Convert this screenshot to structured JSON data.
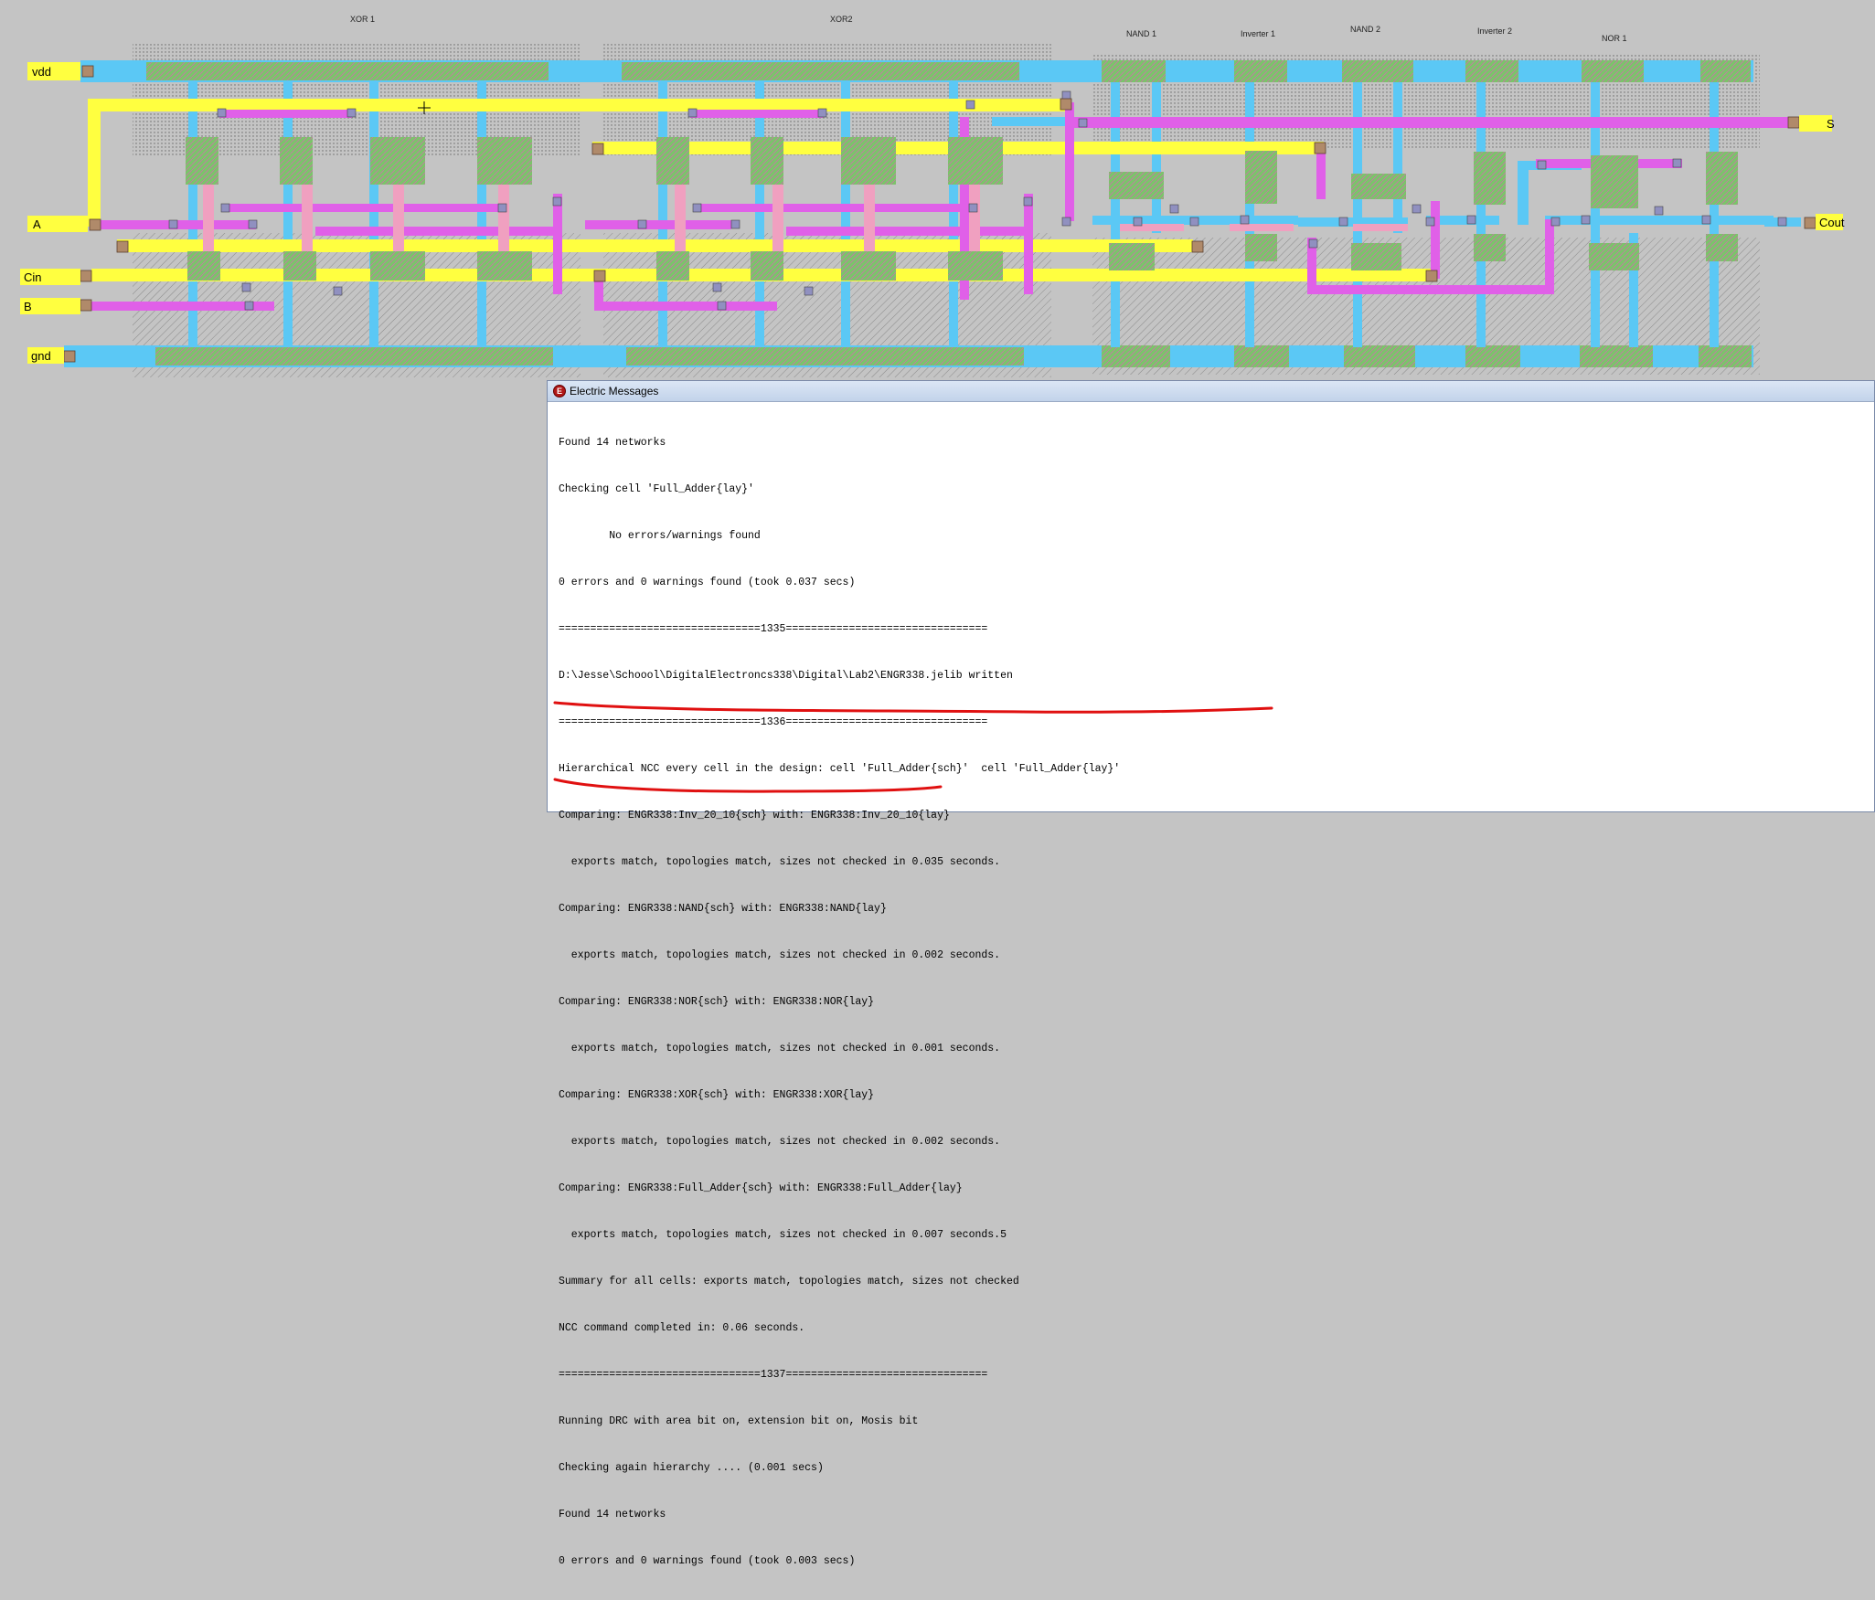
{
  "cells": {
    "xor1": "XOR 1",
    "xor2": "XOR2",
    "nand1": "NAND 1",
    "inv1": "Inverter 1",
    "nand2": "NAND 2",
    "inv2": "Inverter 2",
    "nor1": "NOR 1"
  },
  "pins": {
    "vdd": "vdd",
    "a": "A",
    "cin": "Cin",
    "b": "B",
    "gnd": "gnd",
    "s": "S",
    "cout": "Cout"
  },
  "colors": {
    "metal1": "#5bc8f5",
    "metal2": "#e060e8",
    "poly": "#ffff40",
    "active": "#f0a0c0",
    "contact": "#9090c0",
    "ndiff": "#70c070",
    "background": "#c4c4c4",
    "annotation": "#e01010"
  },
  "messages": {
    "title": "Electric Messages",
    "lines": [
      "Found 14 networks",
      "Checking cell 'Full_Adder{lay}'",
      "        No errors/warnings found",
      "0 errors and 0 warnings found (took 0.037 secs)",
      "================================1335================================",
      "D:\\Jesse\\Schoool\\DigitalElectroncs338\\Digital\\Lab2\\ENGR338.jelib written",
      "================================1336================================",
      "Hierarchical NCC every cell in the design: cell 'Full_Adder{sch}'  cell 'Full_Adder{lay}'",
      "Comparing: ENGR338:Inv_20_10{sch} with: ENGR338:Inv_20_10{lay}",
      "  exports match, topologies match, sizes not checked in 0.035 seconds.",
      "Comparing: ENGR338:NAND{sch} with: ENGR338:NAND{lay}",
      "  exports match, topologies match, sizes not checked in 0.002 seconds.",
      "Comparing: ENGR338:NOR{sch} with: ENGR338:NOR{lay}",
      "  exports match, topologies match, sizes not checked in 0.001 seconds.",
      "Comparing: ENGR338:XOR{sch} with: ENGR338:XOR{lay}",
      "  exports match, topologies match, sizes not checked in 0.002 seconds.",
      "Comparing: ENGR338:Full_Adder{sch} with: ENGR338:Full_Adder{lay}",
      "  exports match, topologies match, sizes not checked in 0.007 seconds.5",
      "Summary for all cells: exports match, topologies match, sizes not checked",
      "NCC command completed in: 0.06 seconds.",
      "================================1337================================",
      "Running DRC with area bit on, extension bit on, Mosis bit",
      "Checking again hierarchy .... (0.001 secs)",
      "Found 14 networks",
      "0 errors and 0 warnings found (took 0.003 secs)"
    ]
  }
}
